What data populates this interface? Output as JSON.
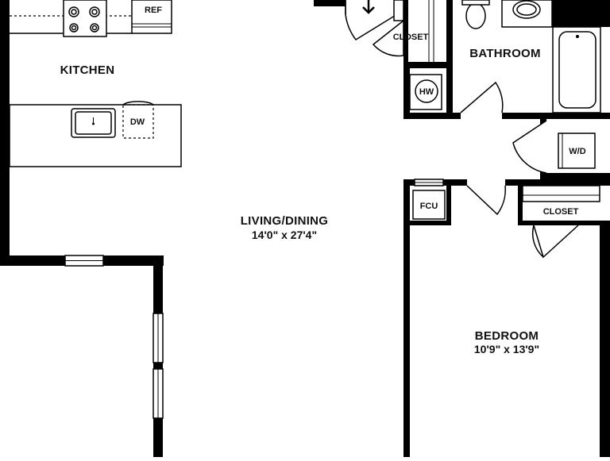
{
  "rooms": {
    "kitchen": {
      "name": "KITCHEN"
    },
    "living": {
      "name": "LIVING/DINING",
      "dimensions": "14'0\" x 27'4\""
    },
    "bathroom": {
      "name": "BATHROOM"
    },
    "bedroom": {
      "name": "BEDROOM",
      "dimensions": "10'9\" x 13'9\""
    }
  },
  "fixtures": {
    "refrigerator": "REF",
    "dishwasher": "DW",
    "water_heater": "HW",
    "washer_dryer": "W/D",
    "fan_coil": "FCU",
    "closet_entry": "CLOSET",
    "closet_bedroom": "CLOSET"
  },
  "colors": {
    "wall": "#000000",
    "background": "#ffffff"
  }
}
